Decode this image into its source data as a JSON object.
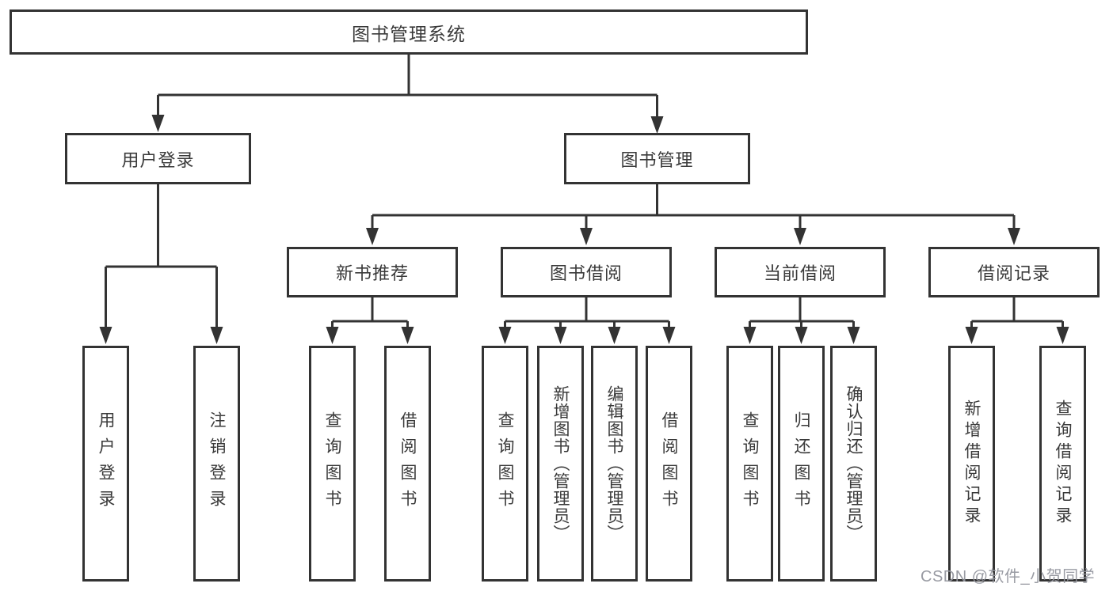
{
  "diagram": {
    "title": "图书管理系统",
    "branches": [
      {
        "label": "用户登录",
        "children": [
          {
            "label": "用户登录"
          },
          {
            "label": "注销登录"
          }
        ]
      },
      {
        "label": "图书管理",
        "children": [
          {
            "label": "新书推荐",
            "children": [
              {
                "label": "查询图书"
              },
              {
                "label": "借阅图书"
              }
            ]
          },
          {
            "label": "图书借阅",
            "children": [
              {
                "label": "查询图书"
              },
              {
                "label": "新增图书（管理员）"
              },
              {
                "label": "编辑图书（管理员）"
              },
              {
                "label": "借阅图书"
              }
            ]
          },
          {
            "label": "当前借阅",
            "children": [
              {
                "label": "查询图书"
              },
              {
                "label": "归还图书"
              },
              {
                "label": "确认归还（管理员）"
              }
            ]
          },
          {
            "label": "借阅记录",
            "children": [
              {
                "label": "新增借阅记录"
              },
              {
                "label": "查询借阅记录"
              }
            ]
          }
        ]
      }
    ]
  },
  "watermark": "CSDN @软件_小贺同学",
  "colors": {
    "line": "#333333",
    "text": "#3a3a3a",
    "watermark": "#94969e",
    "background": "#ffffff"
  }
}
